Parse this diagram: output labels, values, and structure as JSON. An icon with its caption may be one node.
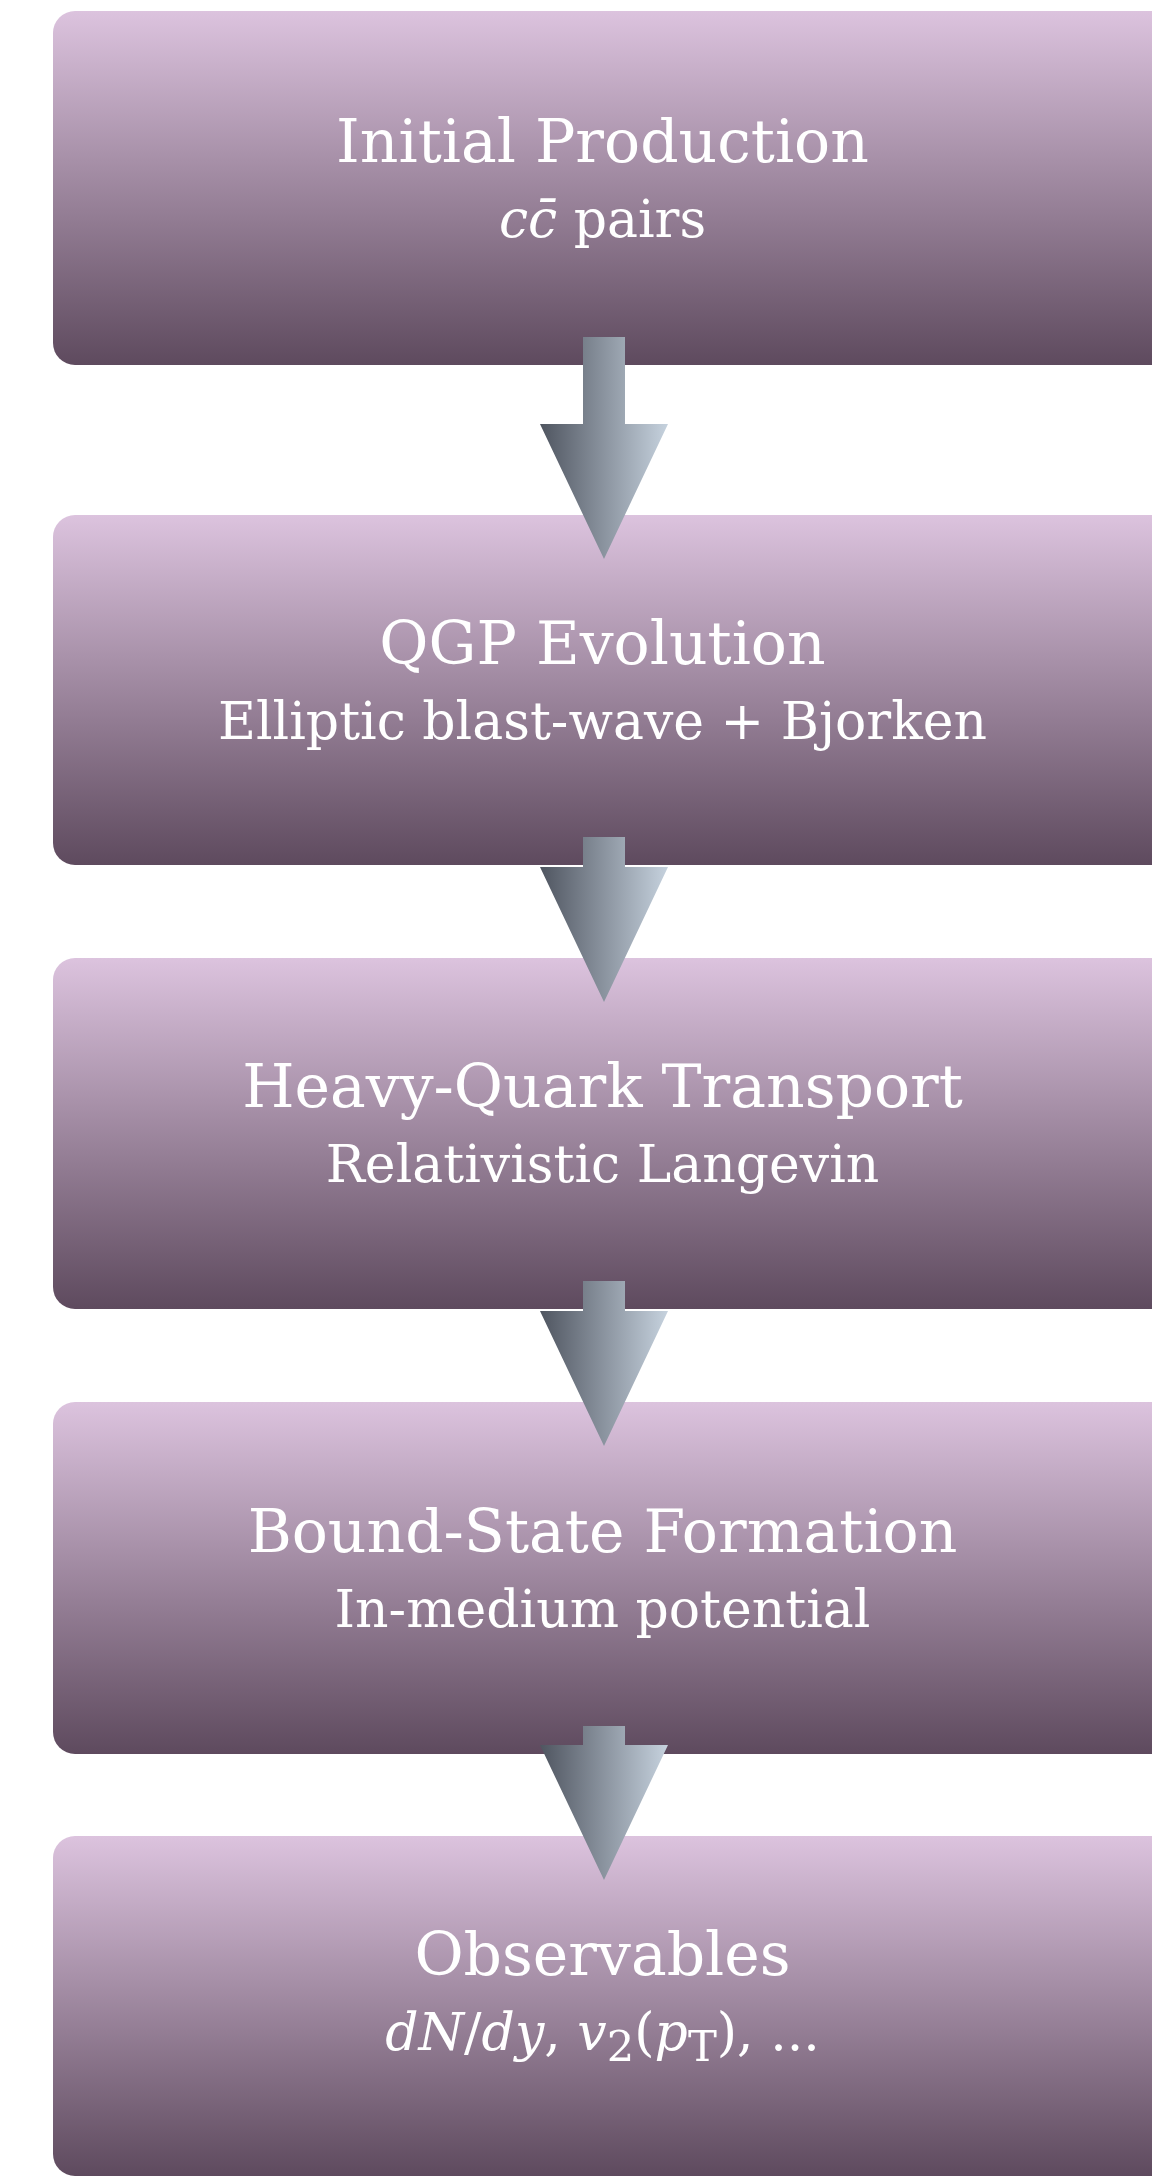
{
  "diagram": {
    "nodes": [
      {
        "text": [
          "Initial Production",
          "*cc̄* pairs"
        ]
      },
      {
        "text": [
          "QGP Evolution",
          "Elliptic blast-wave + Bjorken"
        ]
      },
      {
        "text": [
          "Heavy-Quark Transport",
          "Relativistic Langevin"
        ]
      },
      {
        "text": [
          "Bound-State Formation",
          "In-medium potential"
        ]
      },
      {
        "text": [
          "Observables",
          "*dN*/*dy*, *v*$_{2}$(*p*$_{T}$), ..."
        ]
      }
    ],
    "edges": [
      {
        "from": 0,
        "to": 1,
        "arrow": "to"
      },
      {
        "from": 1,
        "to": 2,
        "arrow": "to"
      },
      {
        "from": 2,
        "to": 3,
        "arrow": "to"
      },
      {
        "from": 3,
        "to": 4,
        "arrow": "to"
      }
    ]
  }
}
